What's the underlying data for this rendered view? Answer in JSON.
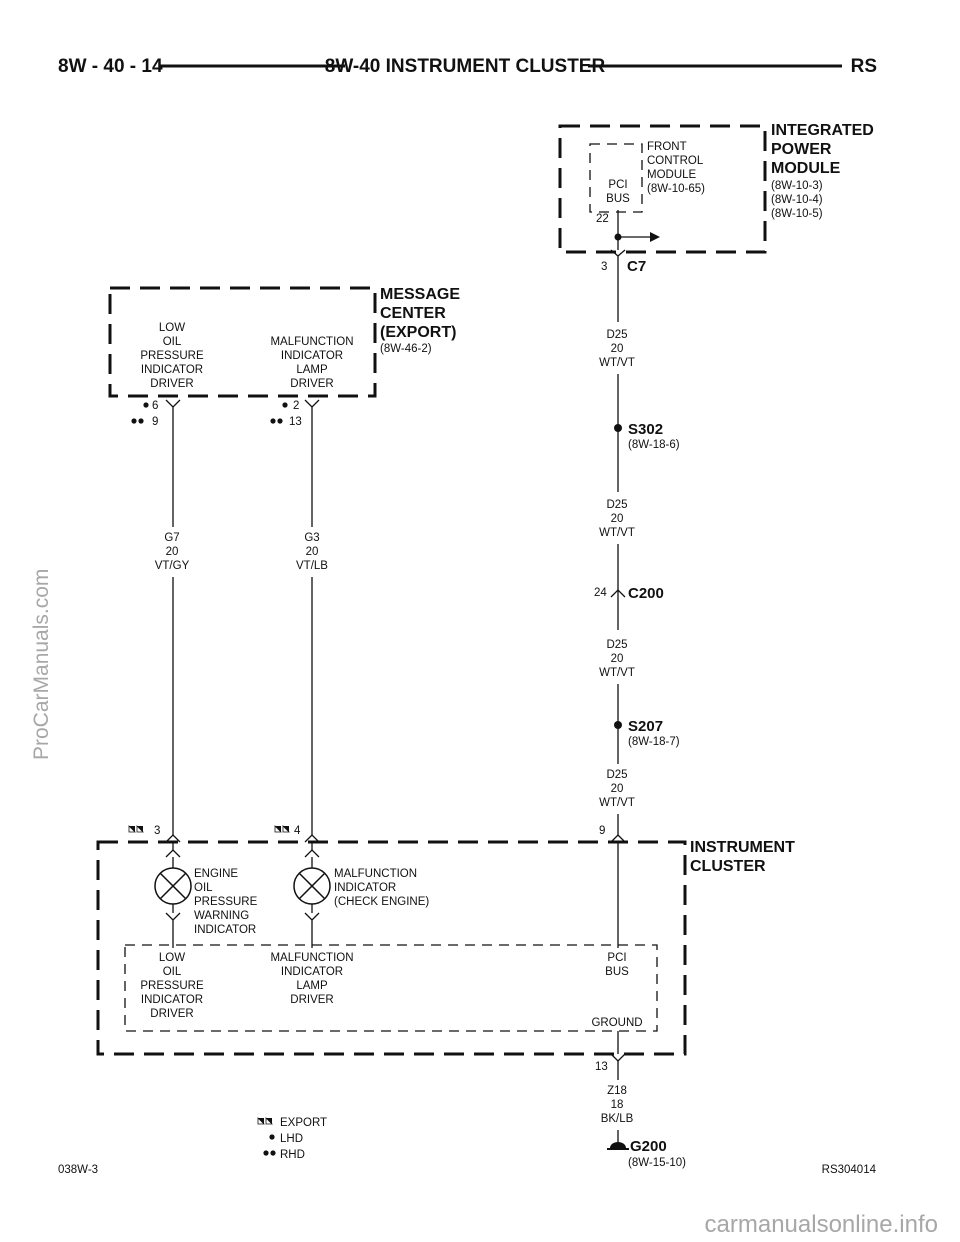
{
  "header": {
    "page_ref": "8W - 40 - 14",
    "title": "8W-40 INSTRUMENT CLUSTER",
    "code": "RS"
  },
  "ipm": {
    "title_lines": [
      "INTEGRATED",
      "POWER",
      "MODULE"
    ],
    "refs": [
      "(8W-10-3)",
      "(8W-10-4)",
      "(8W-10-5)"
    ],
    "fcm_lines": [
      "FRONT",
      "CONTROL",
      "MODULE",
      "(8W-10-65)"
    ],
    "pci_bus": [
      "PCI",
      "BUS"
    ],
    "pin": "22"
  },
  "c7": {
    "name": "C7",
    "pin": "3"
  },
  "message_center": {
    "title_lines": [
      "MESSAGE",
      "CENTER",
      "(EXPORT)"
    ],
    "ref": "(8W-46-2)",
    "low_oil": [
      "LOW",
      "OIL",
      "PRESSURE",
      "INDICATOR",
      "DRIVER"
    ],
    "mil": [
      "MALFUNCTION",
      "INDICATOR",
      "LAMP",
      "DRIVER"
    ],
    "pins_left": [
      "6",
      "9"
    ],
    "pins_right": [
      "2",
      "13"
    ]
  },
  "wires": {
    "d25_top": [
      "D25",
      "20",
      "WT/VT"
    ],
    "d25_mid": [
      "D25",
      "20",
      "WT/VT"
    ],
    "d25_low": [
      "D25",
      "20",
      "WT/VT"
    ],
    "d25_bottom": [
      "D25",
      "20",
      "WT/VT"
    ],
    "g7": [
      "G7",
      "20",
      "VT/GY"
    ],
    "g3": [
      "G3",
      "20",
      "VT/LB"
    ],
    "z18": [
      "Z18",
      "18",
      "BK/LB"
    ]
  },
  "splices": {
    "s302": {
      "name": "S302",
      "ref": "(8W-18-6)"
    },
    "s207": {
      "name": "S207",
      "ref": "(8W-18-7)"
    }
  },
  "c200": {
    "name": "C200",
    "pin": "24"
  },
  "cluster": {
    "title_lines": [
      "INSTRUMENT",
      "CLUSTER"
    ],
    "pins": [
      "3",
      "4",
      "9",
      "13"
    ],
    "engine_oil": [
      "ENGINE",
      "OIL",
      "PRESSURE",
      "WARNING",
      "INDICATOR"
    ],
    "mil_lamp": [
      "MALFUNCTION",
      "INDICATOR",
      "(CHECK ENGINE)"
    ],
    "low_oil": [
      "LOW",
      "OIL",
      "PRESSURE",
      "INDICATOR",
      "DRIVER"
    ],
    "mil_driver": [
      "MALFUNCTION",
      "INDICATOR",
      "LAMP",
      "DRIVER"
    ],
    "pci_bus": [
      "PCI",
      "BUS"
    ],
    "ground": "GROUND"
  },
  "ground_g200": {
    "name": "G200",
    "ref": "(8W-15-10)"
  },
  "legend": {
    "export": "EXPORT",
    "lhd": "LHD",
    "rhd": "RHD"
  },
  "footer": {
    "left": "038W-3",
    "right": "RS304014"
  },
  "watermarks": {
    "side": "ProCarManuals.com",
    "bottom": "carmanualsonline.info"
  }
}
